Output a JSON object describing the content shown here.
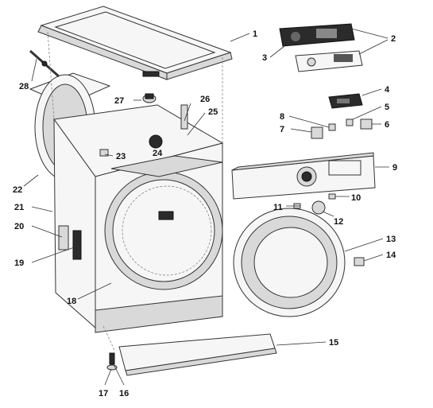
{
  "diagram": {
    "callouts": [
      "1",
      "2",
      "3",
      "4",
      "5",
      "6",
      "7",
      "8",
      "9",
      "10",
      "11",
      "12",
      "13",
      "14",
      "15",
      "16",
      "17",
      "18",
      "19",
      "20",
      "21",
      "22",
      "23",
      "24",
      "25",
      "26",
      "27",
      "28"
    ]
  },
  "colors": {
    "line": "#333333",
    "panel": "#2b2b2b",
    "body": "#f6f6f6"
  }
}
